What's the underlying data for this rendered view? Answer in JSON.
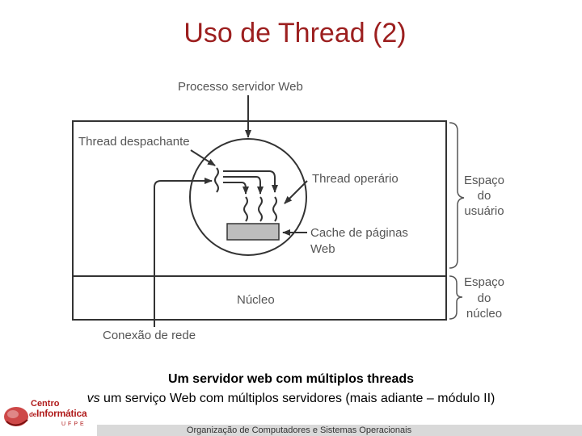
{
  "slide": {
    "title": "Uso de Thread (2)"
  },
  "diagram": {
    "labels": {
      "server_process": "Processo servidor Web",
      "dispatcher_thread": "Thread despachante",
      "worker_thread": "Thread operário",
      "cache_line1": "Cache de páginas",
      "cache_line2": "Web",
      "kernel": "Núcleo",
      "network_connection": "Conexão de rede",
      "user_space_line1": "Espaço",
      "user_space_line2": "do",
      "user_space_line3": "usuário",
      "kernel_space_line1": "Espaço",
      "kernel_space_line2": "do",
      "kernel_space_line3": "núcleo"
    }
  },
  "caption": {
    "line1": "Um servidor web com múltiplos threads",
    "line2_italic": "vs",
    "line2_rest": " um serviço Web com múltiplos servidores (mais adiante – módulo II)"
  },
  "footer": {
    "text": "Organização de Computadores e Sistemas Operacionais"
  },
  "logo": {
    "line1": "Centro",
    "line2_prefix": "de",
    "line2_main": "Informática",
    "line3": "UFPE"
  },
  "colors": {
    "title": "#9c1f1f",
    "diagram_lines": "#333333",
    "diagram_text": "#555555",
    "cache_fill": "#bdbdbd",
    "footer_bar": "#d9d9d9",
    "logo": "#b01c1c"
  }
}
